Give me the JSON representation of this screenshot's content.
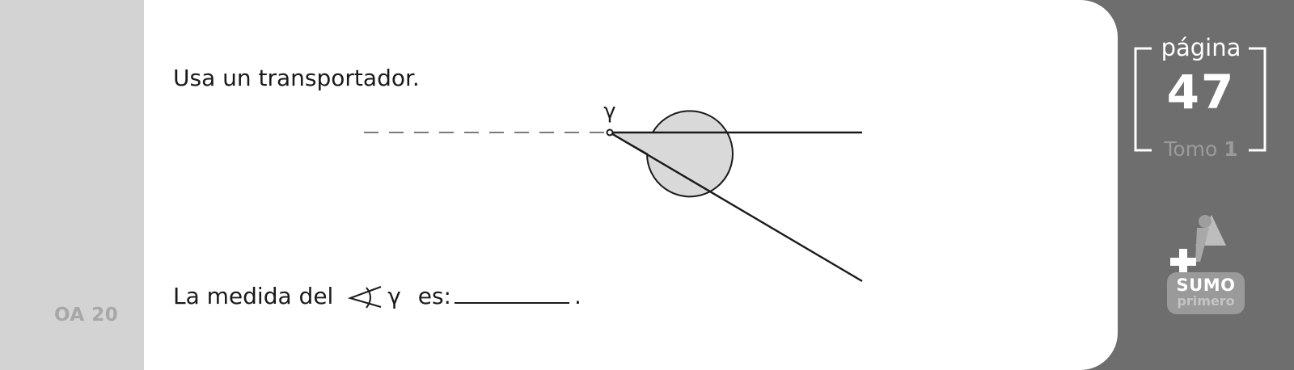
{
  "sidebar": {
    "oa_code": "OA 20"
  },
  "exercise": {
    "instruction": "Usa un transportador.",
    "question_prefix": "La medida del",
    "angle_name": "γ",
    "question_suffix": "es:",
    "trailing_period": "."
  },
  "figure": {
    "angle_label": "γ"
  },
  "page_marker": {
    "pagina_label": "página",
    "page_number": "47",
    "tomo_label": "Tomo",
    "tomo_number": "1"
  },
  "logo": {
    "line1": "SUMO",
    "line2": "primero"
  },
  "colors": {
    "page_bg": "#6e6e6e",
    "left_band": "#d3d3d3",
    "card": "#ffffff",
    "angle_fill": "#d9d9d9"
  }
}
